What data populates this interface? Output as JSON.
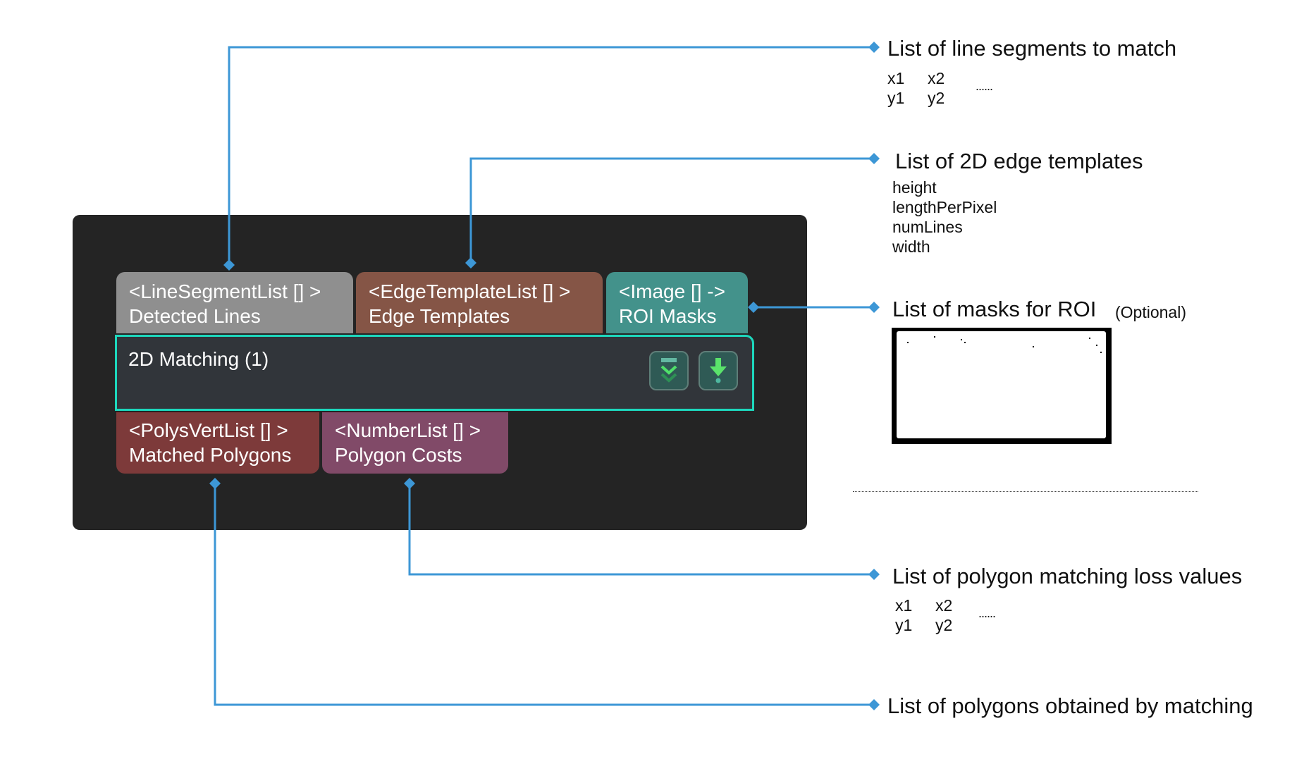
{
  "node": {
    "title": "2D Matching (1)",
    "buttons": [
      {
        "name": "expand-collapse-button",
        "icon": "double-chevron-down-icon"
      },
      {
        "name": "run-button",
        "icon": "arrow-down-dot-icon"
      }
    ],
    "inputs": [
      {
        "type": "<LineSegmentList [] >",
        "label": "Detected Lines",
        "color": "#8f8f8f"
      },
      {
        "type": "<EdgeTemplateList [] >",
        "label": "Edge Templates",
        "color": "#855546"
      },
      {
        "type": "<Image [] ->",
        "label": "ROI Masks",
        "color": "#43928b"
      }
    ],
    "outputs": [
      {
        "type": "<PolysVertList [] >",
        "label": "Matched Polygons",
        "color": "#7d3a3a"
      },
      {
        "type": "<NumberList [] >",
        "label": "Polygon Costs",
        "color": "#814a68"
      }
    ],
    "border_color": "#1dd8bd",
    "connector_color": "#3d97d6"
  },
  "annotations": {
    "line_segments": {
      "title": "List of line segments to match",
      "fields": [
        "x1",
        "x2",
        "y1",
        "y2"
      ],
      "ellipsis": "......"
    },
    "edge_templates": {
      "title": "List of 2D edge templates",
      "fields": [
        "height",
        "lengthPerPixel",
        "numLines",
        "width"
      ]
    },
    "roi_masks": {
      "title": "List of masks for ROI",
      "optional": "(Optional)",
      "image": "binary-mask-image"
    },
    "loss_values": {
      "title": "List of polygon matching loss values",
      "fields": [
        "x1",
        "x2",
        "y1",
        "y2"
      ],
      "ellipsis": "......"
    },
    "polygons": {
      "title": "List of polygons obtained by matching"
    }
  }
}
